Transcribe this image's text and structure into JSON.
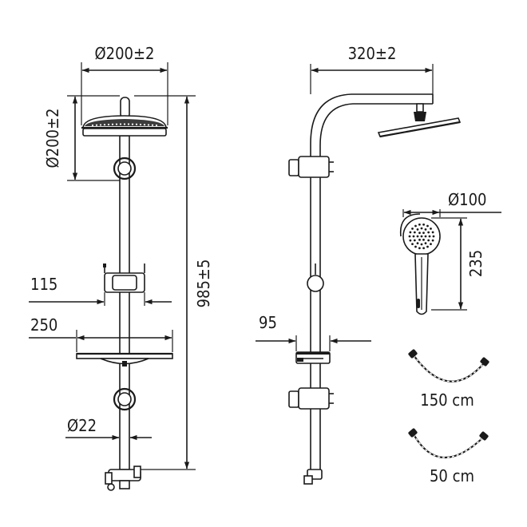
{
  "dimensions": {
    "head_diameter_top": "Ø200±2",
    "head_diameter_side": "Ø200±2",
    "total_height": "985±5",
    "holder_depth": "115",
    "shelf_width": "250",
    "pipe_diameter": "Ø22",
    "arm_length": "320±2",
    "shelf_depth": "95",
    "handshower_diameter": "Ø100",
    "handshower_length": "235"
  },
  "hoses": [
    {
      "length": "150 cm"
    },
    {
      "length": "50 cm"
    }
  ]
}
